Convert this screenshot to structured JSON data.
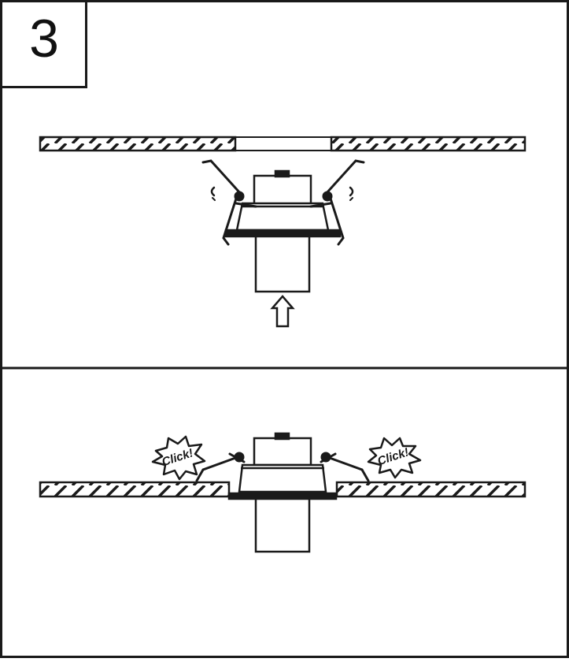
{
  "step": {
    "number": "3"
  },
  "annotations": {
    "click_left": "Click!",
    "click_right": "Click!"
  },
  "colors": {
    "line": "#1a1a1a",
    "background": "#ffffff"
  }
}
